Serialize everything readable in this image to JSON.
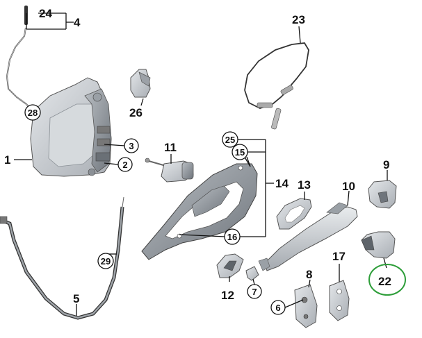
{
  "diagram": {
    "callouts": [
      {
        "id": "24",
        "text": "24",
        "circled": false
      },
      {
        "id": "4",
        "text": "4",
        "circled": false
      },
      {
        "id": "28",
        "text": "28",
        "circled": true
      },
      {
        "id": "1",
        "text": "1",
        "circled": false
      },
      {
        "id": "3",
        "text": "3",
        "circled": true
      },
      {
        "id": "2",
        "text": "2",
        "circled": true
      },
      {
        "id": "26",
        "text": "26",
        "circled": false
      },
      {
        "id": "11",
        "text": "11",
        "circled": false
      },
      {
        "id": "23",
        "text": "23",
        "circled": false
      },
      {
        "id": "25",
        "text": "25",
        "circled": true
      },
      {
        "id": "15",
        "text": "15",
        "circled": true
      },
      {
        "id": "14",
        "text": "14",
        "circled": false
      },
      {
        "id": "16",
        "text": "16",
        "circled": true
      },
      {
        "id": "13",
        "text": "13",
        "circled": false
      },
      {
        "id": "10",
        "text": "10",
        "circled": false
      },
      {
        "id": "9",
        "text": "9",
        "circled": false
      },
      {
        "id": "22",
        "text": "22",
        "circled": false,
        "highlighted": true
      },
      {
        "id": "29",
        "text": "29",
        "circled": true
      },
      {
        "id": "5",
        "text": "5",
        "circled": false
      },
      {
        "id": "12",
        "text": "12",
        "circled": false
      },
      {
        "id": "7",
        "text": "7",
        "circled": true
      },
      {
        "id": "8",
        "text": "8",
        "circled": false
      },
      {
        "id": "17",
        "text": "17",
        "circled": false
      },
      {
        "id": "6",
        "text": "6",
        "circled": true
      }
    ],
    "colors": {
      "part_fill_light": "#c9cdd2",
      "part_fill_dark": "#8e949b",
      "line": "#111111",
      "highlight": "#2e9e3a"
    }
  }
}
